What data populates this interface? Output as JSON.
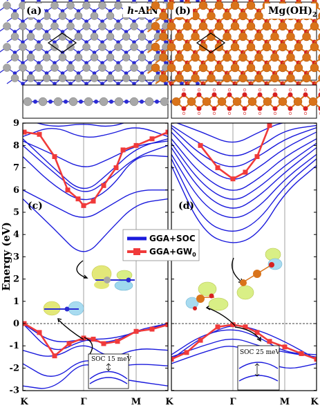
{
  "panels": {
    "a": {
      "label": "(a)",
      "title_prefix": "h",
      "title_rest": "-AlN"
    },
    "b": {
      "label": "(b)",
      "title_main": "Mg(OH)",
      "title_sub": "2"
    },
    "c": {
      "label": "(c)"
    },
    "d": {
      "label": "(d)"
    }
  },
  "axis": {
    "ylabel": "Energy (eV)",
    "yticks": [
      "9",
      "8",
      "7",
      "6",
      "5",
      "4",
      "3",
      "2",
      "1",
      "0",
      "-1",
      "-2",
      "-3"
    ],
    "xticks": [
      "K",
      "Γ",
      "M",
      "K"
    ]
  },
  "legend": {
    "soc_label": "GGA+SOC",
    "gw_main": "GGA+GW",
    "gw_sub": "0"
  },
  "insets": {
    "c_soc_label": "SOC 15 meV",
    "d_soc_label": "SOC 25 meV"
  },
  "colors": {
    "band_blue": "#1a1adc",
    "gw_red": "#f03a3a",
    "al_gray": "#a8a8a8",
    "n_blue": "#2b2bd4",
    "mg_orange": "#d9731a",
    "o_red": "#d62020"
  }
}
